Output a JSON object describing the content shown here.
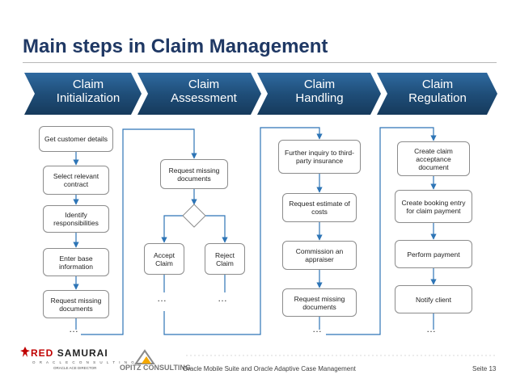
{
  "slide": {
    "title": "Main steps in Claim Management",
    "footer_text": "Oracle Mobile Suite and Oracle Adaptive Case Management",
    "page_label": "Seite 13"
  },
  "phases": [
    {
      "line1": "Claim",
      "line2": "Initialization"
    },
    {
      "line1": "Claim",
      "line2": "Assessment"
    },
    {
      "line1": "Claim",
      "line2": "Handling"
    },
    {
      "line1": "Claim",
      "line2": "Regulation"
    }
  ],
  "steps": {
    "initialization": [
      "Get customer details",
      "Select relevant contract",
      "Identify responsibilities",
      "Enter base information",
      "Request missing documents"
    ],
    "assessment": {
      "request": "Request missing documents",
      "accept": "Accept Claim",
      "reject": "Reject Claim"
    },
    "handling": [
      "Further inquiry to third-party insurance",
      "Request estimate of costs",
      "Commission an appraiser",
      "Request missing documents"
    ],
    "regulation": [
      "Create claim acceptance document",
      "Create booking entry for claim payment",
      "Perform payment",
      "Notify client"
    ]
  },
  "ellipsis": "…",
  "logos": {
    "red_samurai": {
      "word1": "RED",
      "word2": "SAMURAI",
      "sub1": "O R A C L E   C O N S U L T I N G",
      "sub2": "ORACLE ACE DIRECTOR"
    },
    "opitz": {
      "text": "OPITZ CONSULTING"
    }
  },
  "colors": {
    "title": "#1f3864",
    "phase_fill": "#1f4e79",
    "connector": "#2e75b6",
    "box_border": "#8c8c8c",
    "logo_red": "#c00000"
  }
}
